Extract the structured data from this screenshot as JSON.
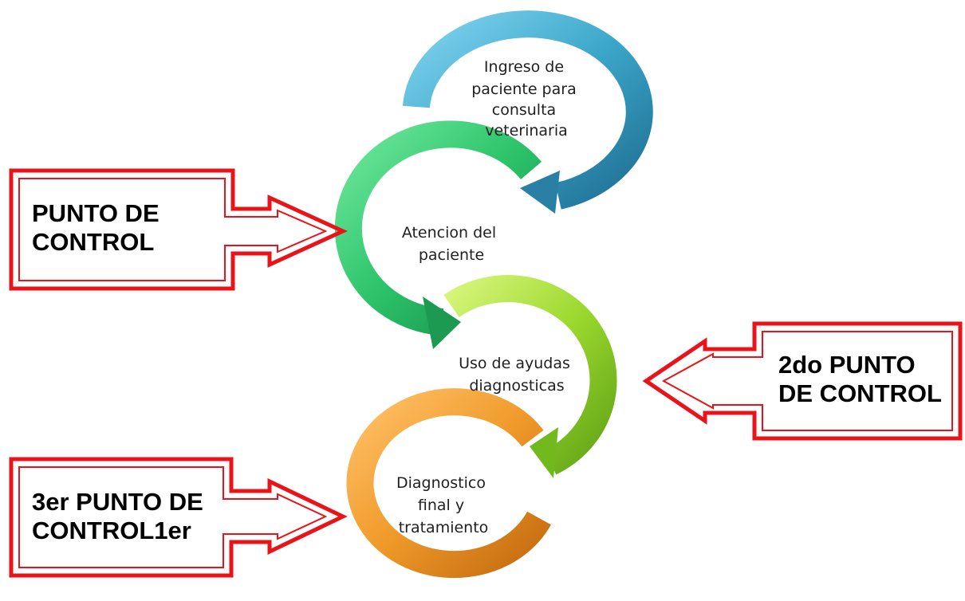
{
  "steps": [
    {
      "lines": [
        "Ingreso de",
        "paciente para",
        "consulta",
        "veterinaria"
      ],
      "color": "#3ba6c9"
    },
    {
      "lines": [
        "Atencion del",
        "paciente"
      ],
      "color": "#2cc36a"
    },
    {
      "lines": [
        "Uso de ayudas",
        "diagnosticas"
      ],
      "color": "#9bd82e"
    },
    {
      "lines": [
        "Diagnostico",
        "final y",
        "tratamiento"
      ],
      "color": "#f09a2a"
    }
  ],
  "callouts": [
    {
      "lines": [
        "PUNTO DE",
        "CONTROL"
      ]
    },
    {
      "lines": [
        "2do PUNTO",
        "DE CONTROL"
      ]
    },
    {
      "lines": [
        "3er PUNTO DE",
        "CONTROL1er"
      ]
    }
  ],
  "callout_color": "#e8141a"
}
